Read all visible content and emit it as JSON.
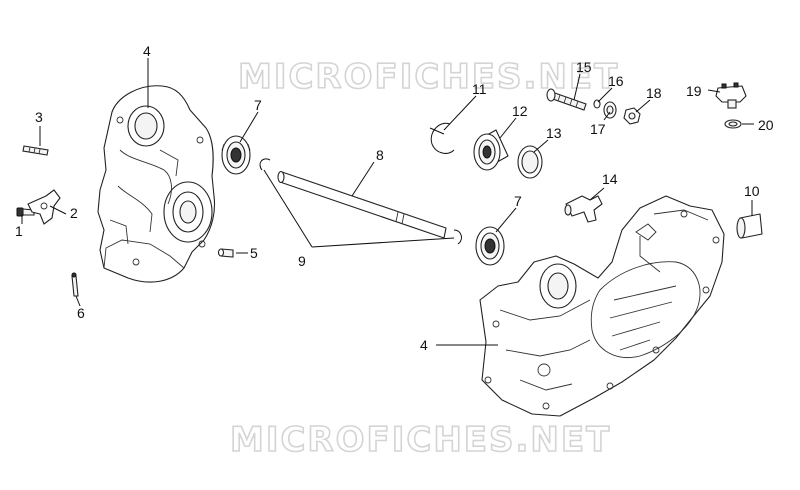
{
  "watermarks": [
    {
      "text": "MICROFICHES.NET"
    },
    {
      "text": "MICROFICHES.NET"
    }
  ],
  "callouts": [
    {
      "id": "c1",
      "text": "1"
    },
    {
      "id": "c2",
      "text": "2"
    },
    {
      "id": "c3",
      "text": "3"
    },
    {
      "id": "c4a",
      "text": "4"
    },
    {
      "id": "c4b",
      "text": "4"
    },
    {
      "id": "c5",
      "text": "5"
    },
    {
      "id": "c6",
      "text": "6"
    },
    {
      "id": "c7a",
      "text": "7"
    },
    {
      "id": "c7b",
      "text": "7"
    },
    {
      "id": "c8",
      "text": "8"
    },
    {
      "id": "c9",
      "text": "9"
    },
    {
      "id": "c10",
      "text": "10"
    },
    {
      "id": "c11",
      "text": "11"
    },
    {
      "id": "c12",
      "text": "12"
    },
    {
      "id": "c13",
      "text": "13"
    },
    {
      "id": "c14",
      "text": "14"
    },
    {
      "id": "c15",
      "text": "15"
    },
    {
      "id": "c16",
      "text": "16"
    },
    {
      "id": "c17",
      "text": "17"
    },
    {
      "id": "c18",
      "text": "18"
    },
    {
      "id": "c19",
      "text": "19"
    },
    {
      "id": "c20",
      "text": "20"
    }
  ]
}
